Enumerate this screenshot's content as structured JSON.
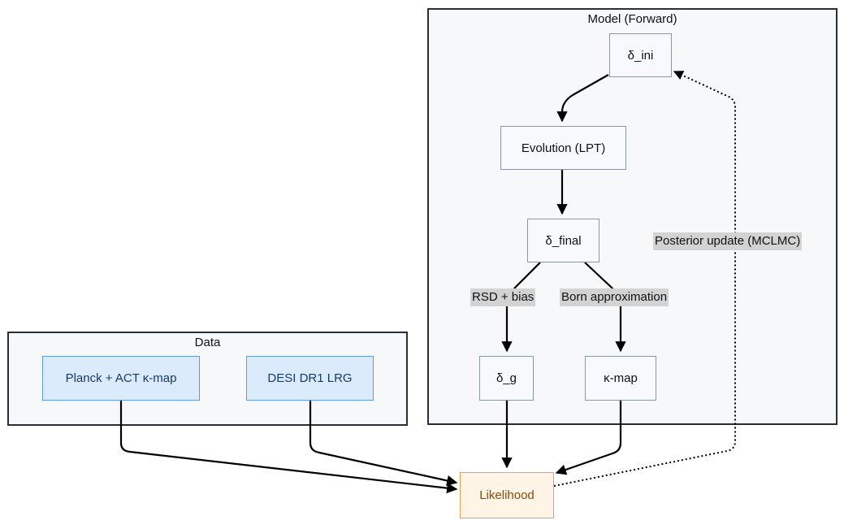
{
  "containers": {
    "model_title": "Model (Forward)",
    "data_title": "Data"
  },
  "nodes": {
    "delta_ini": "δ_ini",
    "evolution": "Evolution (LPT)",
    "delta_final": "δ_final",
    "delta_g": "δ_g",
    "kappa_map": "κ-map",
    "planck_act": "Planck + ACT κ-map",
    "desi": "DESI DR1 LRG",
    "likelihood": "Likelihood"
  },
  "edge_labels": {
    "rsd_bias": "RSD + bias",
    "born": "Born approximation",
    "posterior": "Posterior update (MCLMC)"
  },
  "colors": {
    "container_border": "#2b2d38",
    "container_fill": "#f7f8fa",
    "node_border": "#8a96a3",
    "data_node_fill": "#dcebfb",
    "data_node_border": "#5b9be0",
    "likelihood_fill": "#fff4e5",
    "likelihood_border": "#f0a04a",
    "label_bg": "#d3d3d3"
  }
}
